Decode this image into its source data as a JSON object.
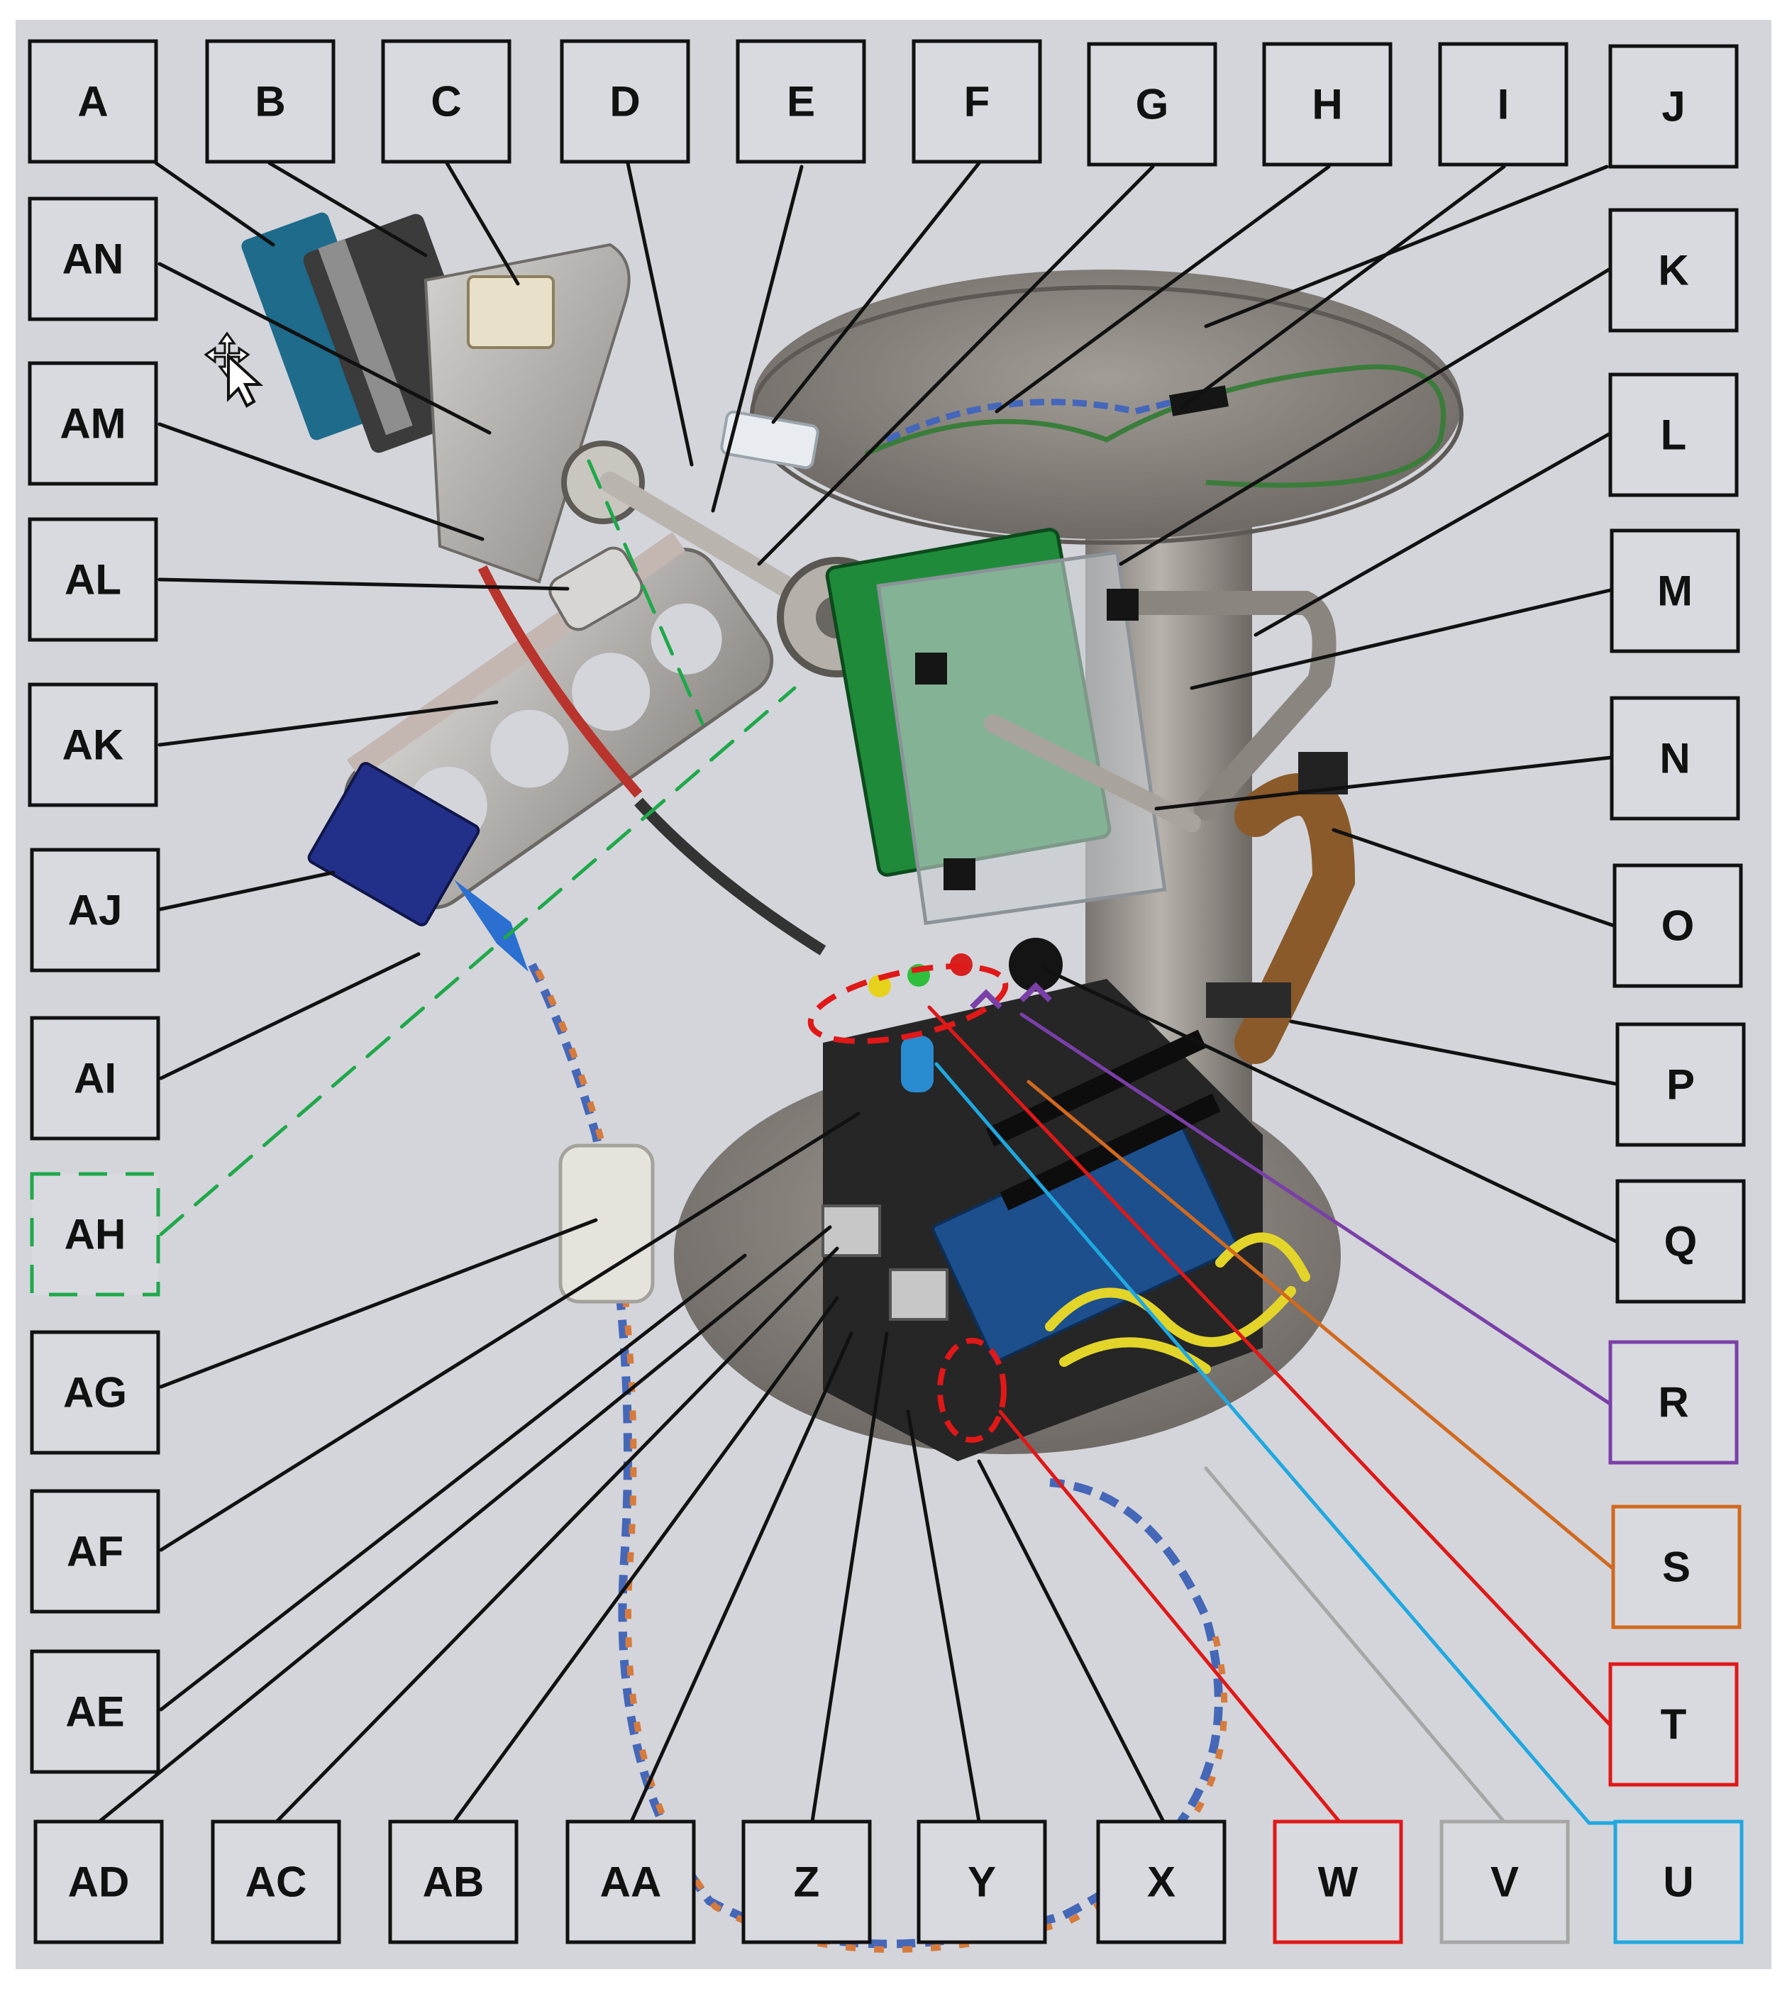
{
  "colors": {
    "default": "#111111",
    "purple": "#7b3fa8",
    "orange": "#d2691e",
    "red": "#e01818",
    "grey": "#a6a6a6",
    "cyan": "#1fa8e0",
    "green_dashed": "#1fa84a"
  },
  "labels": [
    {
      "id": "A",
      "text": "A",
      "color": "default"
    },
    {
      "id": "B",
      "text": "B",
      "color": "default"
    },
    {
      "id": "C",
      "text": "C",
      "color": "default"
    },
    {
      "id": "D",
      "text": "D",
      "color": "default"
    },
    {
      "id": "E",
      "text": "E",
      "color": "default"
    },
    {
      "id": "F",
      "text": "F",
      "color": "default"
    },
    {
      "id": "G",
      "text": "G",
      "color": "default"
    },
    {
      "id": "H",
      "text": "H",
      "color": "default"
    },
    {
      "id": "I",
      "text": "I",
      "color": "default"
    },
    {
      "id": "J",
      "text": "J",
      "color": "default"
    },
    {
      "id": "K",
      "text": "K",
      "color": "default"
    },
    {
      "id": "L",
      "text": "L",
      "color": "default"
    },
    {
      "id": "M",
      "text": "M",
      "color": "default"
    },
    {
      "id": "N",
      "text": "N",
      "color": "default"
    },
    {
      "id": "O",
      "text": "O",
      "color": "default"
    },
    {
      "id": "P",
      "text": "P",
      "color": "default"
    },
    {
      "id": "Q",
      "text": "Q",
      "color": "default"
    },
    {
      "id": "R",
      "text": "R",
      "color": "purple"
    },
    {
      "id": "S",
      "text": "S",
      "color": "orange"
    },
    {
      "id": "T",
      "text": "T",
      "color": "red"
    },
    {
      "id": "U",
      "text": "U",
      "color": "cyan"
    },
    {
      "id": "V",
      "text": "V",
      "color": "grey"
    },
    {
      "id": "W",
      "text": "W",
      "color": "red"
    },
    {
      "id": "X",
      "text": "X",
      "color": "default"
    },
    {
      "id": "Y",
      "text": "Y",
      "color": "default"
    },
    {
      "id": "Z",
      "text": "Z",
      "color": "default"
    },
    {
      "id": "AA",
      "text": "AA",
      "color": "default"
    },
    {
      "id": "AB",
      "text": "AB",
      "color": "default"
    },
    {
      "id": "AC",
      "text": "AC",
      "color": "default"
    },
    {
      "id": "AD",
      "text": "AD",
      "color": "default"
    },
    {
      "id": "AE",
      "text": "AE",
      "color": "default"
    },
    {
      "id": "AF",
      "text": "AF",
      "color": "default"
    },
    {
      "id": "AG",
      "text": "AG",
      "color": "default"
    },
    {
      "id": "AH",
      "text": "AH",
      "color": "green_dashed"
    },
    {
      "id": "AI",
      "text": "AI",
      "color": "default"
    },
    {
      "id": "AJ",
      "text": "AJ",
      "color": "default"
    },
    {
      "id": "AK",
      "text": "AK",
      "color": "default"
    },
    {
      "id": "AL",
      "text": "AL",
      "color": "default"
    },
    {
      "id": "AM",
      "text": "AM",
      "color": "default"
    },
    {
      "id": "AN",
      "text": "AN",
      "color": "default"
    }
  ]
}
